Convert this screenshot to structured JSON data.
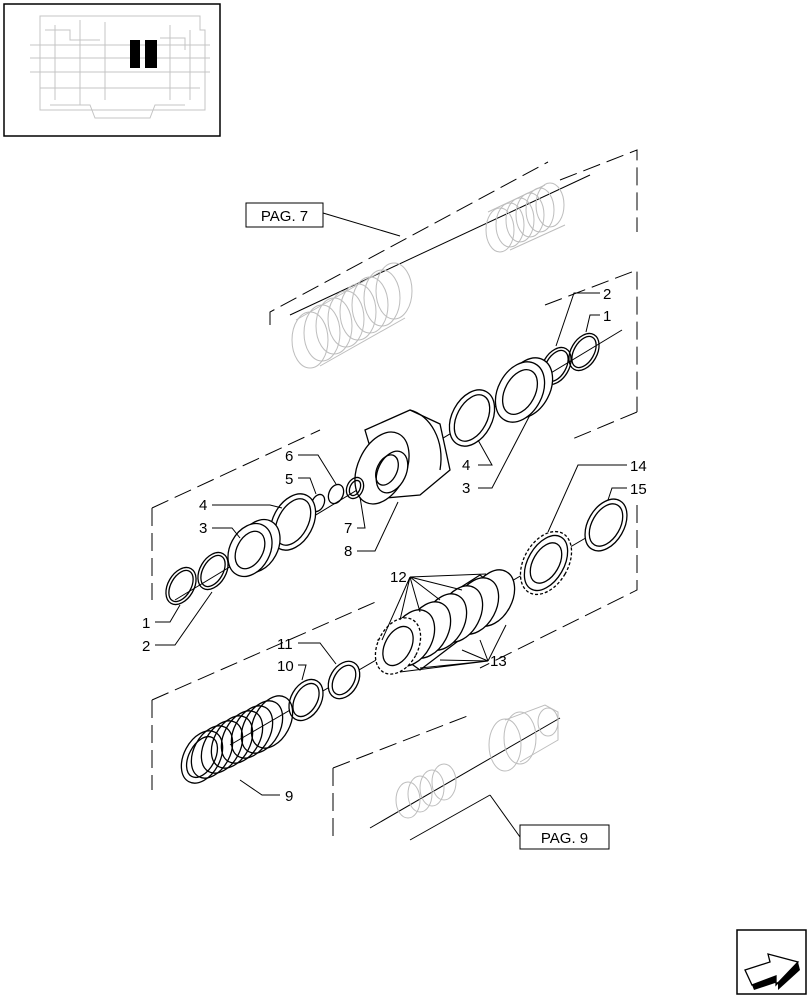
{
  "page_refs": {
    "top": "PAG. 7",
    "bottom": "PAG. 9"
  },
  "callouts": {
    "c1_right": "1",
    "c2_right": "2",
    "c4_right": "4",
    "c3_right": "3",
    "c6": "6",
    "c5": "5",
    "c4_left": "4",
    "c3_left": "3",
    "c7": "7",
    "c8": "8",
    "c1_left": "1",
    "c2_left": "2",
    "c14": "14",
    "c15": "15",
    "c12": "12",
    "c13": "13",
    "c11": "11",
    "c10": "10",
    "c9": "9"
  },
  "icons": {
    "thumbnail": "locator-thumbnail-icon",
    "nav": "next-page-arrow-icon"
  }
}
